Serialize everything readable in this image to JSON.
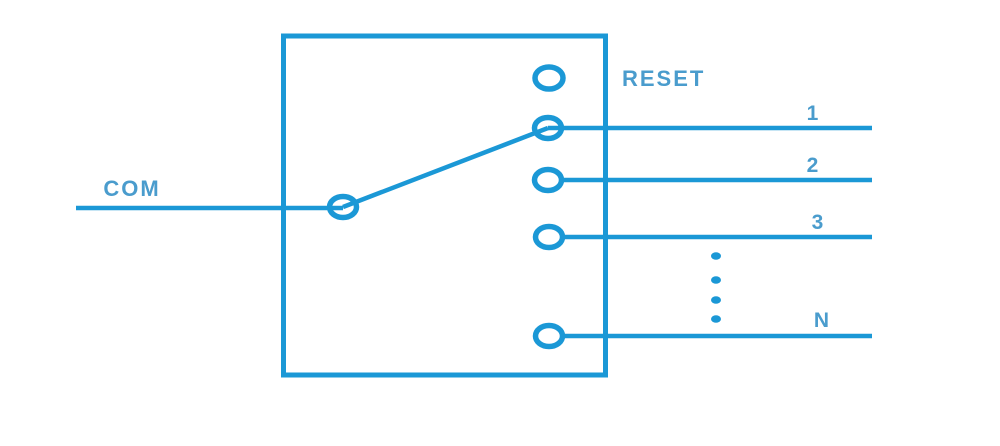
{
  "diagram": {
    "type": "schematic",
    "description": "Multi-position selector switch: COM input, RESET terminal, outputs 1..N, switch arm on position 1",
    "labels": {
      "com": "COM",
      "reset": "RESET"
    },
    "outputs": [
      "1",
      "2",
      "3",
      "N"
    ],
    "ellipsis_dots": 4,
    "selected_output": "1",
    "colors": {
      "stroke": "#1b98d6",
      "text": "#4a9ccd",
      "background": "#ffffff"
    }
  }
}
